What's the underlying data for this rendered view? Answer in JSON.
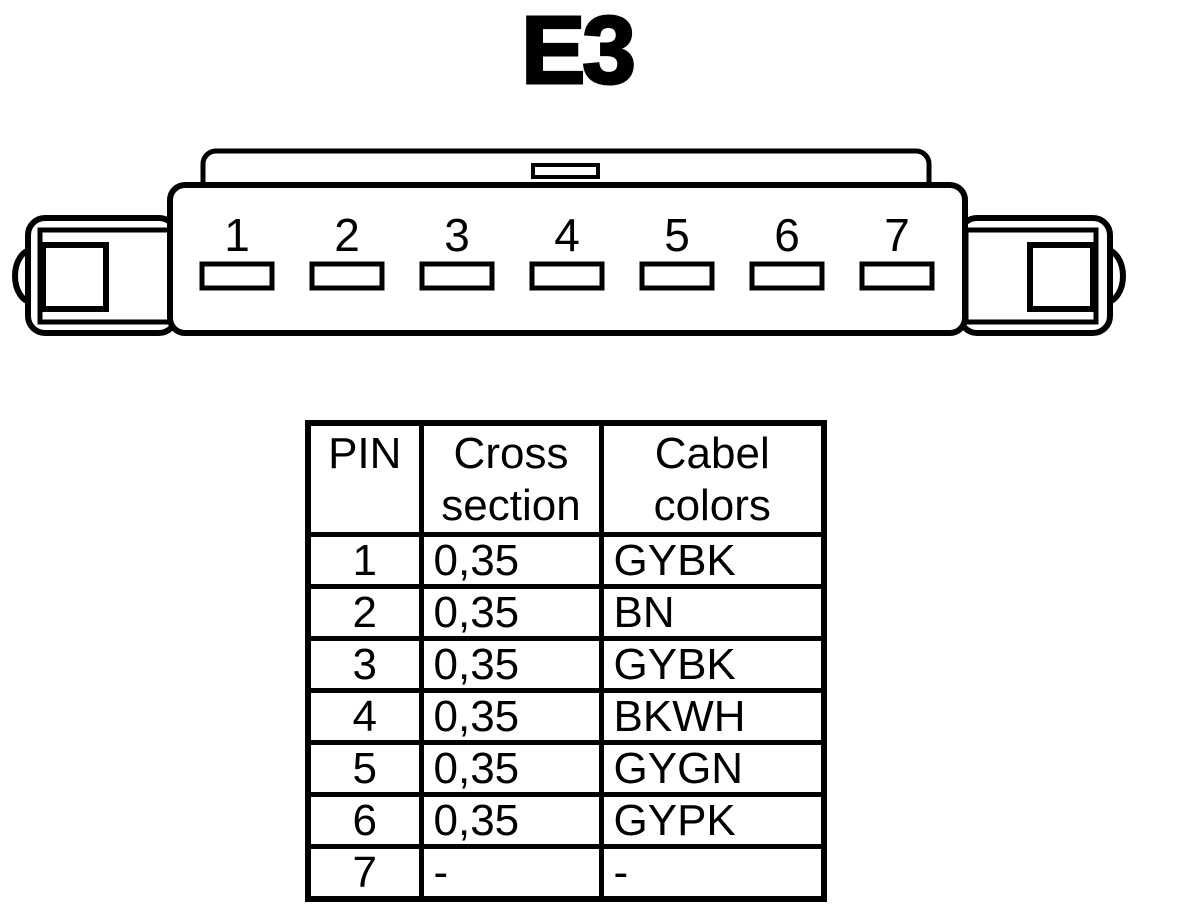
{
  "page": {
    "title": "E3"
  },
  "connector": {
    "name": "E3",
    "pin_count": 7,
    "pins": [
      "1",
      "2",
      "3",
      "4",
      "5",
      "6",
      "7"
    ]
  },
  "table": {
    "headers": [
      "PIN",
      "Cross section",
      "Cabel colors"
    ],
    "rows": [
      [
        "1",
        "0,35",
        "GYBK"
      ],
      [
        "2",
        "0,35",
        "BN"
      ],
      [
        "3",
        "0,35",
        "GYBK"
      ],
      [
        "4",
        "0,35",
        "BKWH"
      ],
      [
        "5",
        "0,35",
        "GYGN"
      ],
      [
        "6",
        "0,35",
        "GYPK"
      ],
      [
        "7",
        "-",
        "-"
      ]
    ]
  },
  "colors": {
    "ink": "#000000",
    "background": "#ffffff"
  }
}
